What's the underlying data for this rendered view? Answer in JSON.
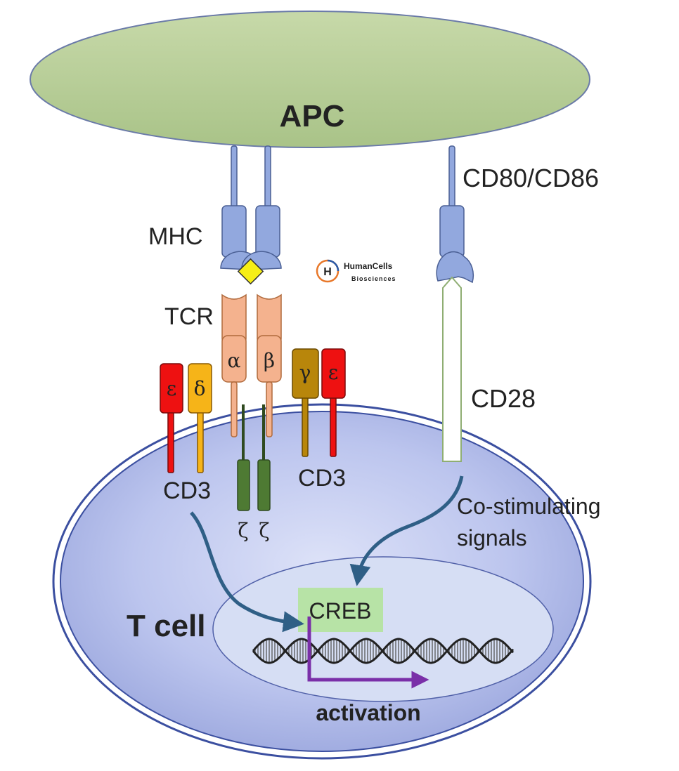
{
  "labels": {
    "apc": "APC",
    "cd80_cd86": "CD80/CD86",
    "mhc": "MHC",
    "tcr": "TCR",
    "cd28": "CD28",
    "cd3_left": "CD3",
    "cd3_right": "CD3",
    "co_stim_line1": "Co-stimulating",
    "co_stim_line2": "signals",
    "t_cell": "T cell",
    "creb": "CREB",
    "activation": "activation"
  },
  "chains": {
    "alpha": "α",
    "beta": "β",
    "epsilon_left": "ε",
    "delta": "δ",
    "gamma": "γ",
    "epsilon_right": "ε",
    "zeta_left": "ζ",
    "zeta_right": "ζ"
  },
  "logo": {
    "letter": "H",
    "name": "HumanCells",
    "sub": "Biosciences"
  },
  "colors": {
    "apc_fill": "#b5cc94",
    "tcell_fill": "#b4bdec",
    "nucleus_fill": "#d3dcf2",
    "receptor_blue": "#92a8de",
    "tcr_orange": "#f4b28e",
    "epsilon_red": "#ee1111",
    "delta_yellow": "#f6b418",
    "gamma_brown": "#b8860b",
    "zeta_green": "#4e7a33",
    "creb_box": "#b7e3a6",
    "activation_purple": "#7a2fa8",
    "signal_arrow": "#2f5f86"
  }
}
